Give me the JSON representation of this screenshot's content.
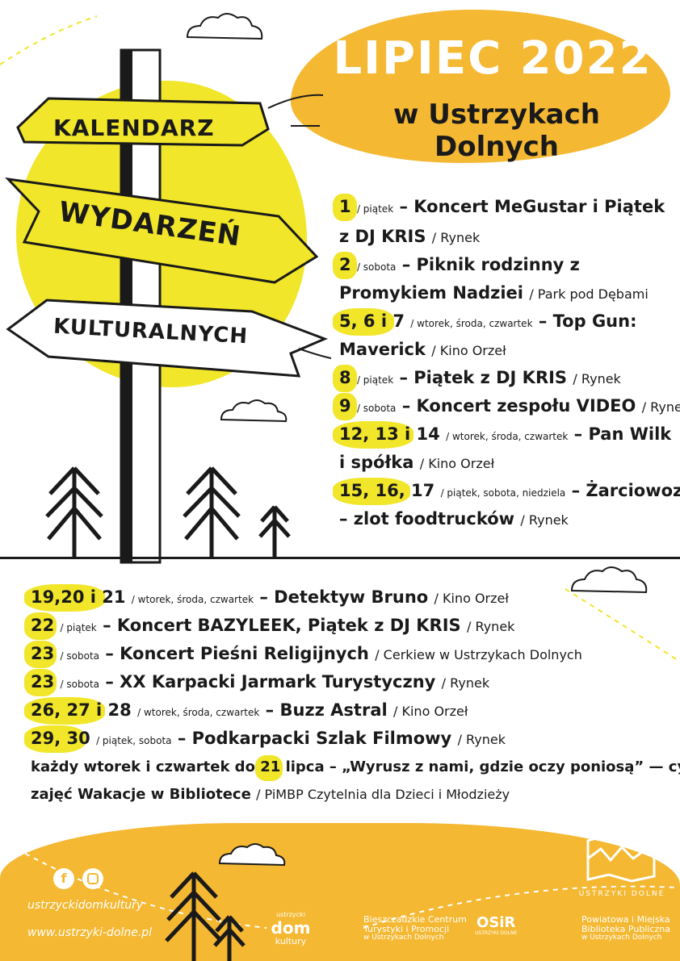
{
  "header": {
    "title": "LIPIEC 2022",
    "subtitle": "w Ustrzykach Dolnych"
  },
  "signpost": {
    "line1": "KALENDARZ",
    "line2": "WYDARZEŃ",
    "line3": "KULTURALNYCH"
  },
  "events_top": [
    {
      "date": "1",
      "day": "/ piątek",
      "name_a": "– Koncert MeGustar i Piątek",
      "name_b": "z DJ KRIS",
      "place": "/ Rynek"
    },
    {
      "date": "2",
      "day": "/ sobota",
      "name_a": "– Piknik rodzinny z",
      "name_b": "Promykiem Nadziei",
      "place": "/ Park pod Dębami"
    },
    {
      "date": "5, 6 i 7",
      "day": "/ wtorek, środa, czwartek",
      "name_a": "– Top Gun:",
      "name_b": "Maverick",
      "place": "/ Kino Orzeł"
    },
    {
      "date": "8",
      "day": "/ piątek",
      "name_a": "– Piątek z DJ KRIS",
      "place": "/ Rynek"
    },
    {
      "date": "9",
      "day": "/ sobota",
      "name_a": "– Koncert zespołu VIDEO",
      "place": "/ Rynek"
    },
    {
      "date": "12, 13 i 14",
      "day": "/ wtorek, środa, czwartek",
      "name_a": "– Pan Wilk",
      "name_b": "i spółka",
      "place": "/ Kino Orzeł"
    },
    {
      "date": "15, 16, 17",
      "day": "/ piątek, sobota, niedziela",
      "name_a": "– Żarciowozy",
      "name_b": "– zlot foodtrucków",
      "place": "/ Rynek"
    }
  ],
  "events_bottom": [
    {
      "date": "19,20 i 21",
      "day": "/ wtorek, środa, czwartek",
      "name": "– Detektyw Bruno",
      "place": "/ Kino Orzeł"
    },
    {
      "date": "22",
      "day": "/ piątek",
      "name": "– Koncert BAZYLEEK, Piątek z DJ KRIS",
      "place": "/ Rynek"
    },
    {
      "date": "23",
      "day": "/ sobota",
      "name": "– Koncert Pieśni Religijnych",
      "place": "/ Cerkiew w Ustrzykach Dolnych"
    },
    {
      "date": "23",
      "day": "/ sobota",
      "name": "– XX Karpacki Jarmark Turystyczny",
      "place": "/ Rynek"
    },
    {
      "date": "26, 27 i 28",
      "day": "/ wtorek, środa, czwartek",
      "name": "– Buzz Astral",
      "place": "/ Kino Orzeł"
    },
    {
      "date": "29, 30",
      "day": "/ piątek, sobota",
      "name": "– Podkarpacki Szlak Filmowy",
      "place": "/ Rynek"
    }
  ],
  "library": {
    "pre": "każdy wtorek i czwartek do",
    "date": "21",
    "post": "lipca – „Wyrusz z nami, gdzie oczy poniosą” — cykl",
    "line2": "zajęć Wakacje w Bibliotece",
    "place": "/ PiMBP Czytelnia dla Dzieci i Młodzieży"
  },
  "footer": {
    "social_handle": "ustrzyckidomkultury",
    "website": "www.ustrzyki-dolne.pl",
    "logo_dom_top": "ustrzycki",
    "logo_dom_main": "dom",
    "logo_dom_bottom": "kultury",
    "logo_bctip_1": "Bieszczadzkie Centrum",
    "logo_bctip_2": "Turystyki i Promocji",
    "logo_bctip_3": "w Ustrzykach Dolnych",
    "logo_osir_main": "OSiR",
    "logo_osir_sub": "USTRZYKI DOLNE",
    "logo_lib_1": "Powiatowa i Miejska",
    "logo_lib_2": "Biblioteka Publiczna",
    "logo_lib_3": "w Ustrzykach Dolnych",
    "logo_town": "USTRZYKI DOLNE"
  },
  "colors": {
    "accent_orange": "#f4b832",
    "accent_lemon": "#f1e629",
    "ink": "#1a1a1a"
  }
}
